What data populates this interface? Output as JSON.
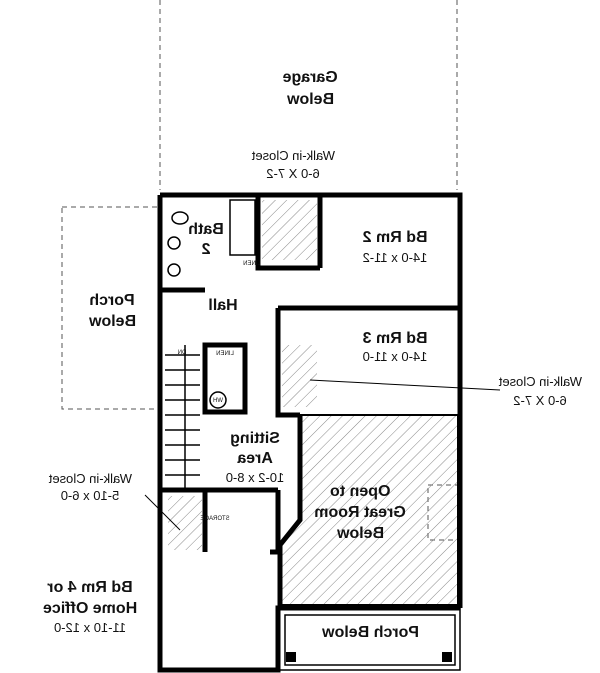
{
  "rooms": {
    "garage": {
      "name": "Garage",
      "note": "Below"
    },
    "closet_top": {
      "name": "Walk-in Closet",
      "size": "6-0 X 7-2"
    },
    "bath": {
      "name": "Bath",
      "number": "2"
    },
    "bd_rm_2": {
      "name": "Bd Rm 2",
      "size": "14-0 x 11-2"
    },
    "porch_left": {
      "name": "Porch",
      "note": "Below"
    },
    "hall": {
      "name": "Hall"
    },
    "bd_rm_3": {
      "name": "Bd Rm 3",
      "size": "14-0 x 11-0"
    },
    "closet_right": {
      "name": "Walk-in Closet",
      "size": "6-0 X 7-2"
    },
    "sitting": {
      "name": "Sitting",
      "name2": "Area",
      "size": "10-2 x 8-0"
    },
    "open_to": {
      "line1": "Open to",
      "line2": "Great Room",
      "line3": "Below"
    },
    "closet_left": {
      "name": "Walk-in Closet",
      "size": "5-10 x 6-0"
    },
    "bd_rm_4": {
      "line1": "Bd Rm 4 or",
      "line2": "Home Office",
      "size": "11-10 x 12-0"
    },
    "porch_bottom": {
      "name": "Porch Below"
    }
  },
  "small_labels": {
    "linen_bath": "LINEN",
    "linen_hall": "LINEN",
    "wh": "WH",
    "dn": "DN",
    "storage": "STORAGE"
  }
}
